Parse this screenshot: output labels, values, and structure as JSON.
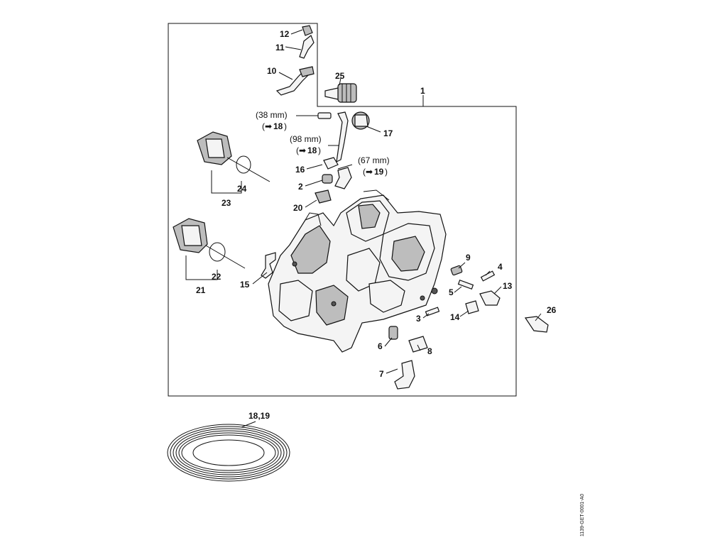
{
  "diagram": {
    "labels": {
      "l1": "1",
      "l2": "2",
      "l3": "3",
      "l4": "4",
      "l5": "5",
      "l6": "6",
      "l7": "7",
      "l8": "8",
      "l9": "9",
      "l10": "10",
      "l11": "11",
      "l12": "12",
      "l13": "13",
      "l14": "14",
      "l15": "15",
      "l16": "16",
      "l17": "17",
      "l20": "20",
      "l21": "21",
      "l22": "22",
      "l23": "23",
      "l24": "24",
      "l25": "25",
      "l26": "26",
      "l1819": "18,19"
    },
    "annotations": {
      "a38": "(38 mm)",
      "a38_ref": "18",
      "a98": "(98 mm)",
      "a98_ref": "18",
      "a67": "(67 mm)",
      "a67_ref": "19"
    },
    "document_id": "1139-GET-0001-A0"
  }
}
